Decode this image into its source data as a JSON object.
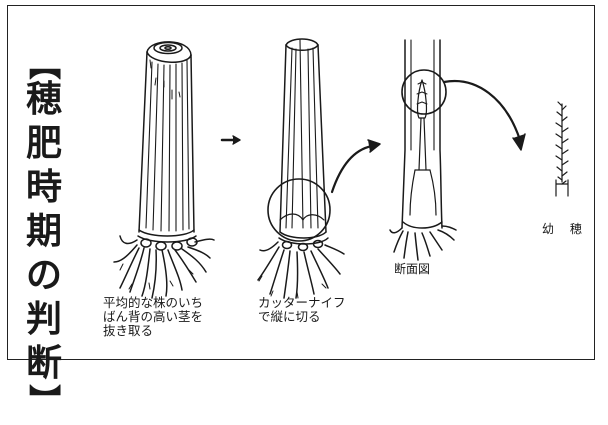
{
  "title": {
    "bracket_open": "【",
    "chars": [
      "穂",
      "肥",
      "時",
      "期",
      "の",
      "判",
      "断"
    ],
    "bracket_close": "】"
  },
  "steps": [
    {
      "lines": [
        "平均的な株のいち",
        "ばん背の高い茎を",
        "抜き取る"
      ]
    },
    {
      "lines": [
        "カッターナイフ",
        "で縦に切る"
      ]
    },
    {
      "lines": [
        "断面図"
      ]
    },
    {
      "lines": [
        "幼 穂"
      ]
    }
  ]
}
